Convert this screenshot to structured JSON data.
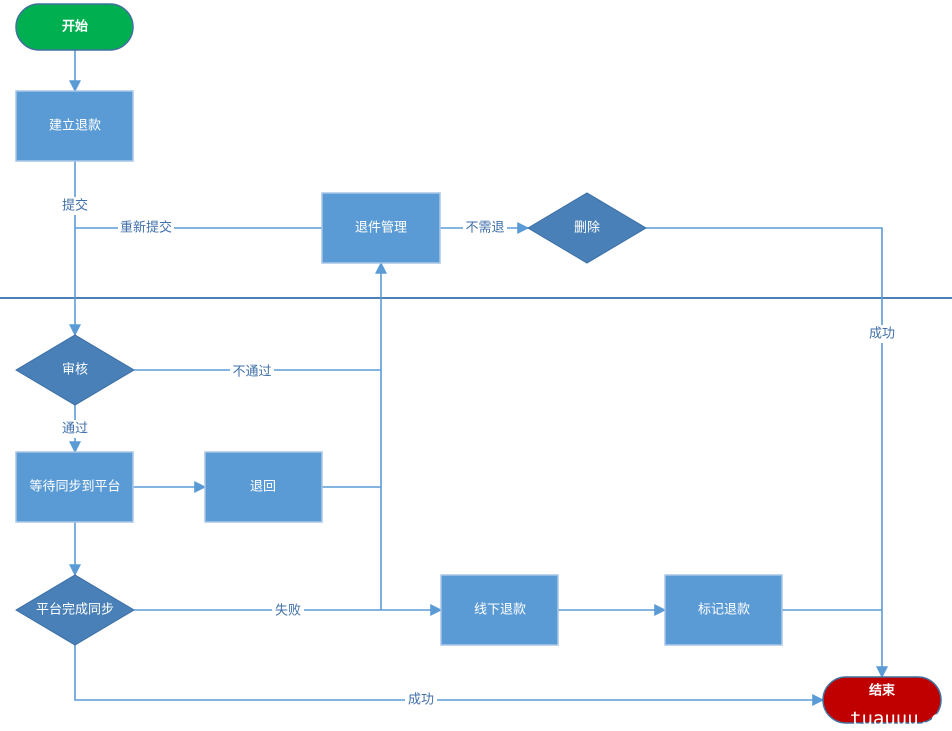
{
  "colors": {
    "start": "#00b050",
    "end": "#c00000",
    "process": "#5b9bd5",
    "decision": "#4a80b8",
    "connector": "#5b9bd5",
    "divider": "#4a7fb8"
  },
  "nodes": {
    "start": "开始",
    "create_refund": "建立退款",
    "return_manage": "退件管理",
    "delete": "删除",
    "review": "审核",
    "wait_sync": "等待同步到平台",
    "send_back": "退回",
    "sync_done": "平台完成同步",
    "offline_refund": "线下退款",
    "mark_refund": "标记退款",
    "end": "结束"
  },
  "edges": {
    "submit": "提交",
    "resubmit": "重新提交",
    "no_refund": "不需退",
    "success_right": "成功",
    "reject": "不通过",
    "pass": "通过",
    "fail": "失败",
    "success_bottom": "成功"
  },
  "watermark": "tuauuu.co"
}
